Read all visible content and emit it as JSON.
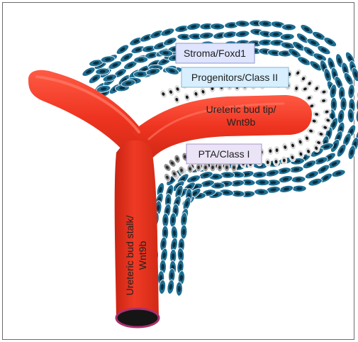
{
  "diagram": {
    "labels": {
      "stroma": "Stroma/Foxd1",
      "progenitors": "Progenitors/Class II",
      "tip_line1": "Ureteric bud tip/",
      "tip_line2": "Wnt9b",
      "pta": "PTA/Class I",
      "stalk_line1": "Ureteric bud stalk/",
      "stalk_line2": "Wnt9b"
    },
    "colors": {
      "ureteric_bud": "#e8301e",
      "ureteric_bud_highlight": "#ff6a55",
      "tube_rim": "#b0306a",
      "stroma_cell": "#1e6e92",
      "stroma_nucleus": "#0b2f42",
      "progenitor_cell": "#d9d9d9",
      "progenitor_nucleus": "#1a1a1a",
      "pta_cell": "#8c8c8c",
      "stroma_label_bg": "#dfe4ff",
      "progenitors_label_bg": "#d7efff",
      "pta_label_bg": "#ebe4f6"
    }
  }
}
